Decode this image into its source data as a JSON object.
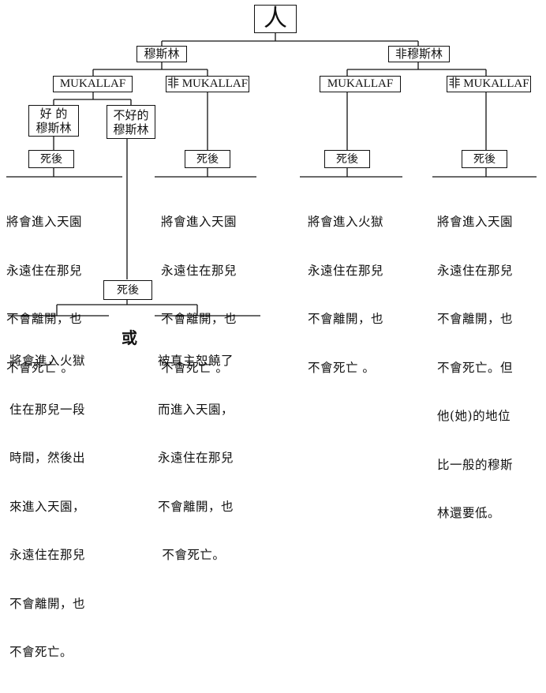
{
  "root": "人",
  "left_branch": {
    "label": "穆斯林",
    "mukallaf": "MUKALLAF",
    "non_mukallaf": "非 MUKALLAF",
    "good": [
      "好 的",
      "穆斯林"
    ],
    "bad": [
      "不好的",
      "穆斯林"
    ],
    "after_death": "死後",
    "good_outcome": [
      "將會進入天園",
      "永遠住在那兒",
      "不會離開，也",
      "不會死亡 。"
    ],
    "non_mukallaf_outcome": [
      "將會進入天園",
      "永遠住在那兒",
      "不會離開，也",
      "不會死亡 。"
    ],
    "bad_after_death": "死後",
    "bad_outcome_a": [
      "將會進入火獄",
      "住在那兒一段",
      "時間，然後出",
      "來進入天園，",
      "永遠住在那兒",
      "不會離開，也",
      "不會死亡。"
    ],
    "or": "或",
    "bad_outcome_b": [
      "被真主恕饒了",
      "而進入天園，",
      "永遠住在那兒",
      "不會離開，也",
      " 不會死亡。"
    ]
  },
  "right_branch": {
    "label": "非穆斯林",
    "mukallaf": "MUKALLAF",
    "non_mukallaf": "非 MUKALLAF",
    "after_death_mukallaf": "死後",
    "after_death_non": "死後",
    "mukallaf_outcome": [
      "將會進入火獄",
      "永遠住在那兒",
      "不會離開，也",
      "不會死亡 。"
    ],
    "non_mukallaf_outcome": [
      "將會進入天園",
      "永遠住在那兒",
      "不會離開，也",
      "不會死亡。但",
      "他(她)的地位",
      "比一般的穆斯",
      "林還要低。"
    ]
  }
}
